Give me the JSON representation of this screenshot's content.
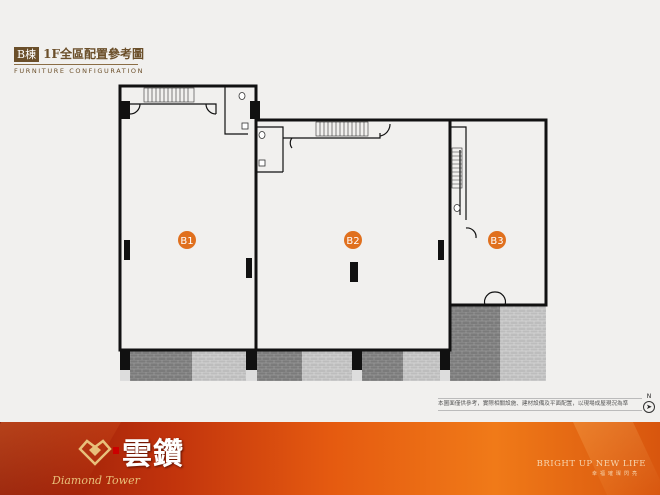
{
  "header": {
    "building_badge": "B棟",
    "title": "1F全區配置參考圖",
    "subtitle": "FURNITURE CONFIGURATION"
  },
  "plan": {
    "units": [
      {
        "label": "B1"
      },
      {
        "label": "B2"
      },
      {
        "label": "B3"
      }
    ],
    "label_color": "#e0701e",
    "wall_color": "#111111"
  },
  "note": "本圖面僅供參考，實際相關設施、建材設備及平面配置，以現場成屋現況為準",
  "north_label": "N",
  "banner": {
    "logo_name": "雲鑽",
    "logo_english": "Diamond Tower",
    "slogan": "BRIGHT UP NEW LIFE",
    "slogan_sub": "幸福璀璨閃亮"
  }
}
